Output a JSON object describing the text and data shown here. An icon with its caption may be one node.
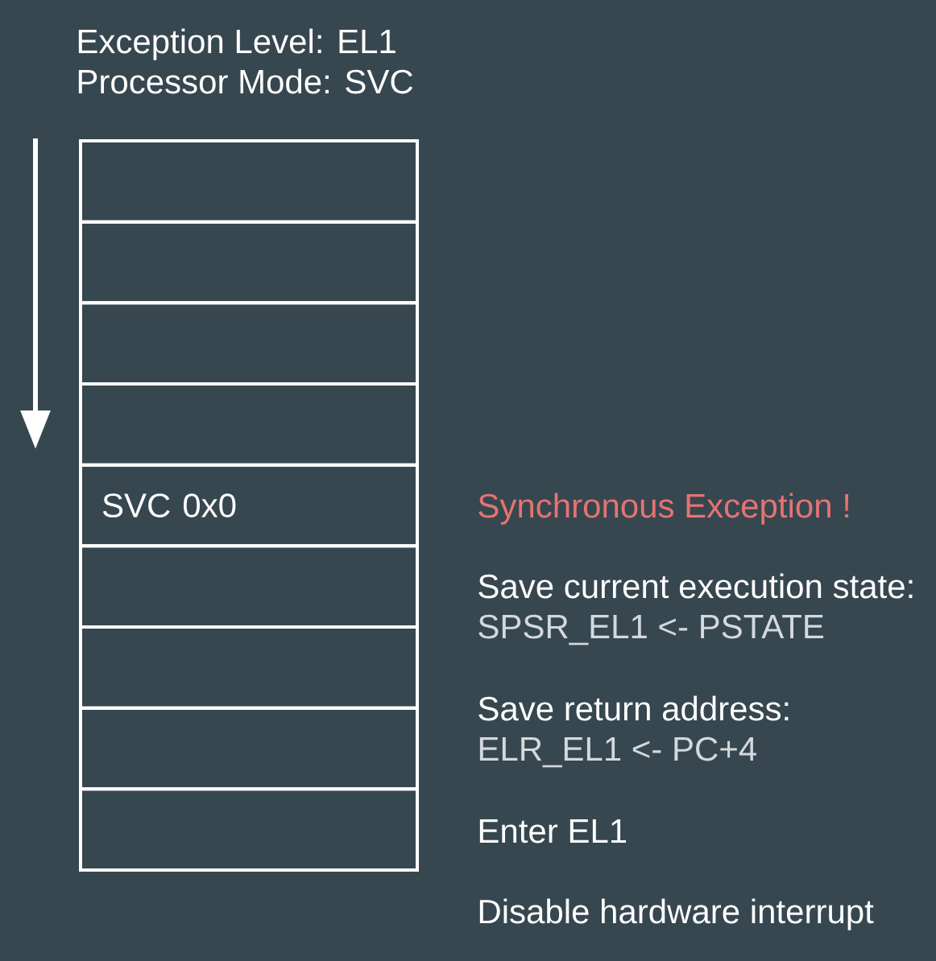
{
  "diagram": {
    "nodes": [
      {
        "text": [],
        "shape": "box"
      },
      {
        "text": [],
        "shape": "box"
      },
      {
        "text": [],
        "shape": "box"
      },
      {
        "text": [],
        "shape": "box"
      },
      {
        "text": [
          "SVC 0x0"
        ]
      },
      {
        "text": [],
        "shape": "box"
      },
      {
        "text": [],
        "shape": "box"
      },
      {
        "text": [],
        "shape": "box"
      },
      {
        "text": [],
        "shape": "box"
      }
    ],
    "labels": [
      "Exception Level: EL1",
      "Processor Mode: SVC",
      "Synchronous Exception !",
      "Save current execution state:",
      "SPSR_EL1 <- PSTATE",
      "Save return address:",
      "ELR_EL1 <- PC+4",
      "Enter EL1",
      "Disable hardware interrupt"
    ]
  }
}
